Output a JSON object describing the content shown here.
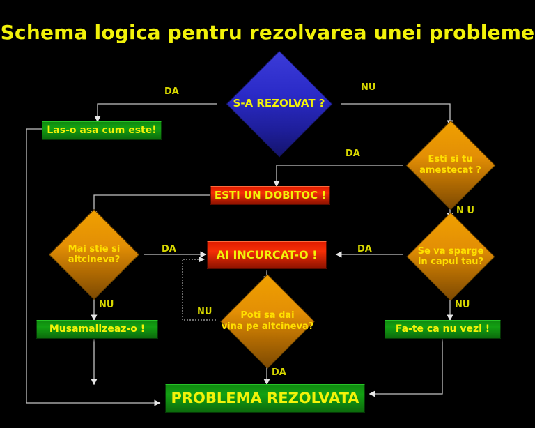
{
  "slide": {
    "title": "Schema logica pentru rezolvarea unei probleme",
    "background_color": "#000000",
    "title_color": "#f2f20a"
  },
  "palette": {
    "decision_blue": "#2b2bc8",
    "decision_orange": "#e38f05",
    "terminator_green": "#13a013",
    "alert_red": "#f52f06",
    "text_yellow": "#f2f20a",
    "connector_gray": "#c8c8c8",
    "label_yellow": "#d8d800"
  },
  "nodes": {
    "start_decision": {
      "text": "S-A REZOLVAT ?",
      "shape": "diamond",
      "color": "#2b2bc8"
    },
    "leave_it": {
      "text": "Las-o asa cum este!",
      "shape": "rect",
      "color": "#13a013"
    },
    "are_you_involved": {
      "text_line1": "Esti si tu",
      "text_line2": "amestecat ?",
      "shape": "diamond",
      "color": "#e38f05"
    },
    "you_are_idiot": {
      "text": "ESTI UN DOBITOC !",
      "shape": "rect",
      "color": "#f52f06"
    },
    "anyone_knows": {
      "text_line1": "Mai stie si",
      "text_line2": "altcineva?",
      "shape": "diamond",
      "color": "#e38f05"
    },
    "you_messed_up": {
      "text": "AI INCURCAT-O !",
      "shape": "rect",
      "color": "#f52f06"
    },
    "will_it_break": {
      "text_line1": "Se va sparge",
      "text_line2": "in capul tau?",
      "shape": "diamond",
      "color": "#e38f05"
    },
    "blame_someone": {
      "text_line1": "Poti sa dai",
      "text_line2": "vina pe altcineva?",
      "shape": "diamond",
      "color": "#e38f05"
    },
    "cover_it_up": {
      "text": "Musamalizeaz-o !",
      "shape": "rect",
      "color": "#13a013"
    },
    "play_blind": {
      "text": "Fa-te ca nu vezi !",
      "shape": "rect",
      "color": "#13a013"
    },
    "problem_solved": {
      "text": "PROBLEMA REZOLVATA",
      "shape": "rect",
      "color": "#13a013"
    }
  },
  "edge_labels": {
    "start_yes": "DA",
    "start_no": "NU",
    "involved_yes": "DA",
    "involved_no": "N U",
    "anyone_knows_yes": "DA",
    "anyone_knows_no": "NU",
    "break_yes": "DA",
    "break_no": "NU",
    "blame_yes": "DA",
    "blame_no": "NU"
  }
}
